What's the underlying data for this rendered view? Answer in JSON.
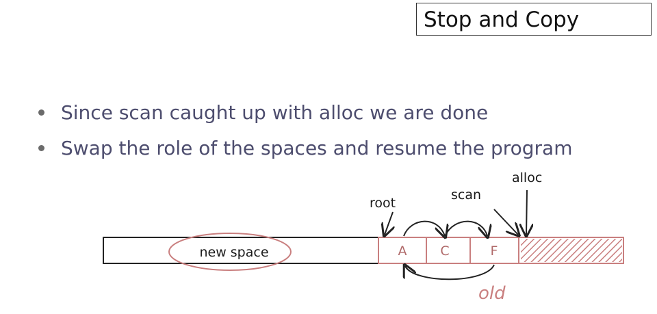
{
  "slide": {
    "title": "Stop and Copy",
    "bullets": [
      "Since scan caught up with alloc we are done",
      "Swap the role of the spaces and resume the program"
    ]
  },
  "diagram": {
    "new_space_label": "new space",
    "pointer_labels": {
      "root": "root",
      "scan": "scan",
      "alloc": "alloc"
    },
    "cells": [
      "A",
      "C",
      "F"
    ],
    "old_label": "old",
    "colors": {
      "old_space": "#c97f7f",
      "new_space_outline": "#222222",
      "annotation": "#c97f7f",
      "bullet_text": "#4d4d6e"
    }
  }
}
